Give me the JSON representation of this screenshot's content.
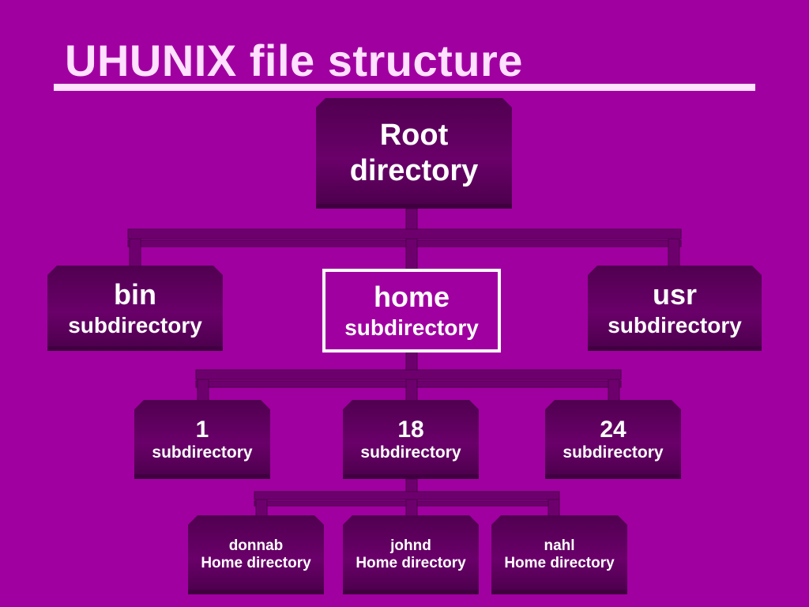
{
  "slide": {
    "title": "UHUNIX file structure"
  },
  "tree": {
    "root": {
      "name": "Root",
      "label": "directory"
    },
    "level1": [
      {
        "name": "bin",
        "label": "subdirectory"
      },
      {
        "name": "home",
        "label": "subdirectory",
        "highlighted": true
      },
      {
        "name": "usr",
        "label": "subdirectory"
      }
    ],
    "level2": [
      {
        "name": "1",
        "label": "subdirectory"
      },
      {
        "name": "18",
        "label": "subdirectory"
      },
      {
        "name": "24",
        "label": "subdirectory"
      }
    ],
    "level3": [
      {
        "name": "donnab",
        "label": "Home directory"
      },
      {
        "name": "johnd",
        "label": "Home directory"
      },
      {
        "name": "nahl",
        "label": "Home directory"
      }
    ]
  },
  "colors": {
    "background": "#a000a0",
    "box": "#5a005a",
    "connector": "#6e006e",
    "title": "#ffe0ff",
    "text": "#ffffff"
  }
}
